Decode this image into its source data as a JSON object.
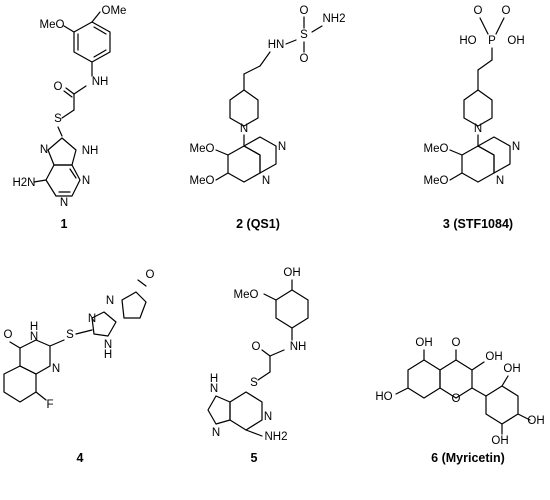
{
  "captions": [
    "1",
    "2 (QS1)",
    "3 (STF1084)",
    "4",
    "5",
    "6 (Myricetin)"
  ],
  "labels": {
    "ome": "OMe",
    "meo": "MeO",
    "o": "O",
    "n": "N",
    "nh": "NH",
    "hn": "HN",
    "h": "H",
    "s": "S",
    "f": "F",
    "oh": "OH",
    "ho": "HO",
    "nh2": "NH2",
    "h2n": "H2N",
    "p": "P",
    "oh_p": "OH",
    "ho_p": "HO",
    "sulfamide_nh2": "NH2"
  }
}
